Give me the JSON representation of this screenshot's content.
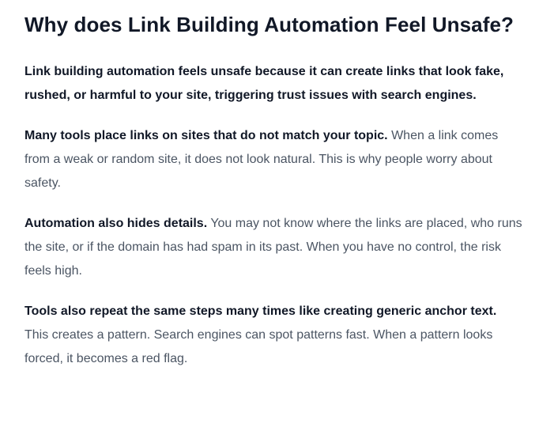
{
  "article": {
    "heading": "Why does Link Building Automation Feel Unsafe?",
    "lead": "Link building automation feels unsafe because it can create links that look fake, rushed, or harmful to your site, triggering trust issues with search engines.",
    "paragraphs": [
      {
        "bold": "Many tools place links on sites that do not match your topic.",
        "text": " When a link comes from a weak or random site, it does not look natural. This is why people worry about safety."
      },
      {
        "bold": "Automation also hides details.",
        "text": " You may not know where the links are placed, who runs the site, or if the domain has had spam in its past. When you have no control, the risk feels high."
      },
      {
        "bold": "Tools also repeat the same steps many times like creating generic anchor text.",
        "text": " This creates a pattern. Search engines can spot patterns fast. When a pattern looks forced, it becomes a red flag."
      }
    ]
  }
}
